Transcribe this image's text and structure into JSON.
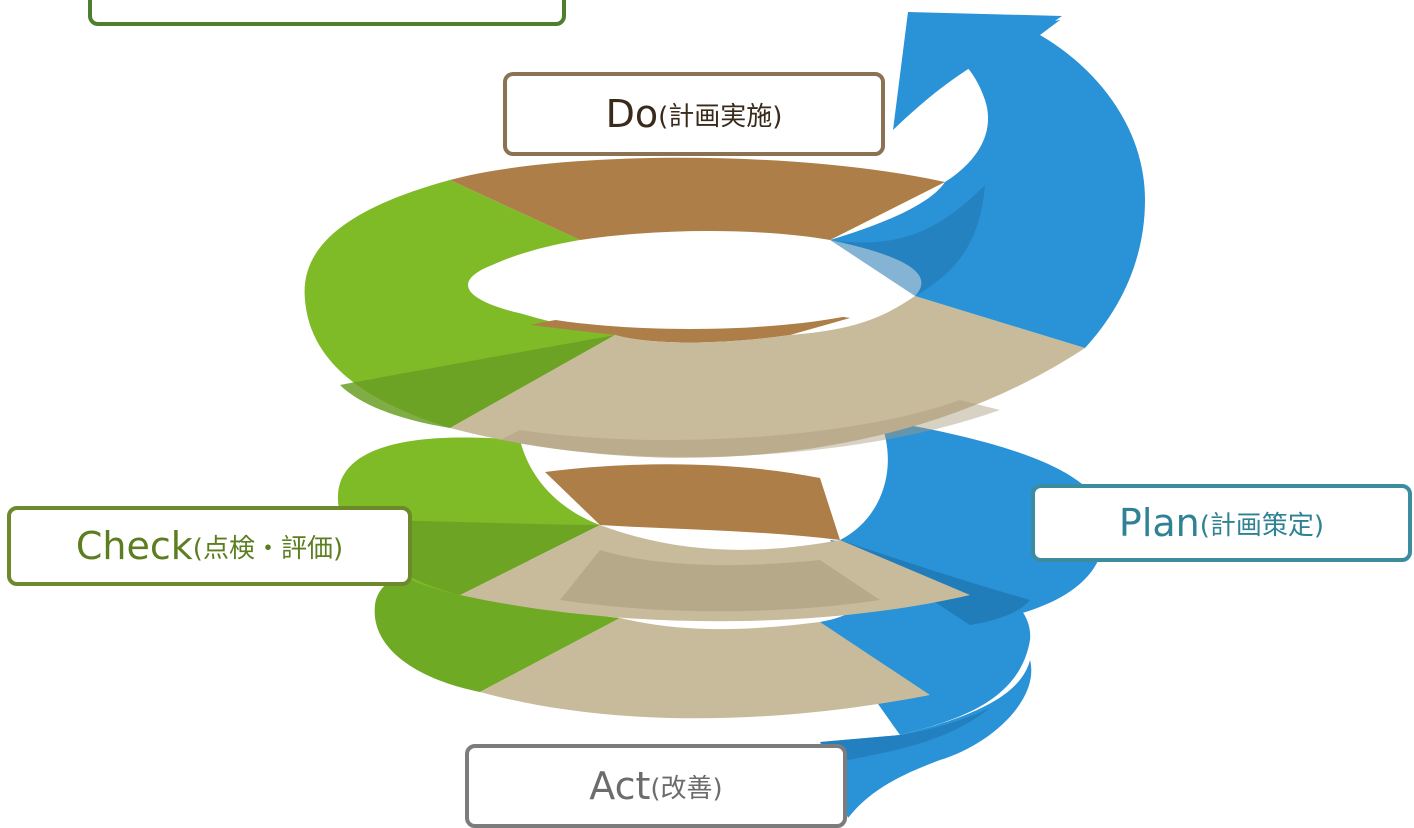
{
  "labels": {
    "do": {
      "main": "Do",
      "sub": "(計画実施)"
    },
    "check": {
      "main": "Check",
      "sub": "(点検・評価)"
    },
    "plan": {
      "main": "Plan",
      "sub": "(計画策定)"
    },
    "act": {
      "main": "Act",
      "sub": "(改善)"
    }
  },
  "colors": {
    "plan": "#2a92d6",
    "plan_shade": "#1f74b0",
    "do": "#ad7e47",
    "check": "#7fbb27",
    "check_shade": "#6a9f24",
    "act": "#c8bb9c",
    "act_shade": "#a89b7c"
  }
}
